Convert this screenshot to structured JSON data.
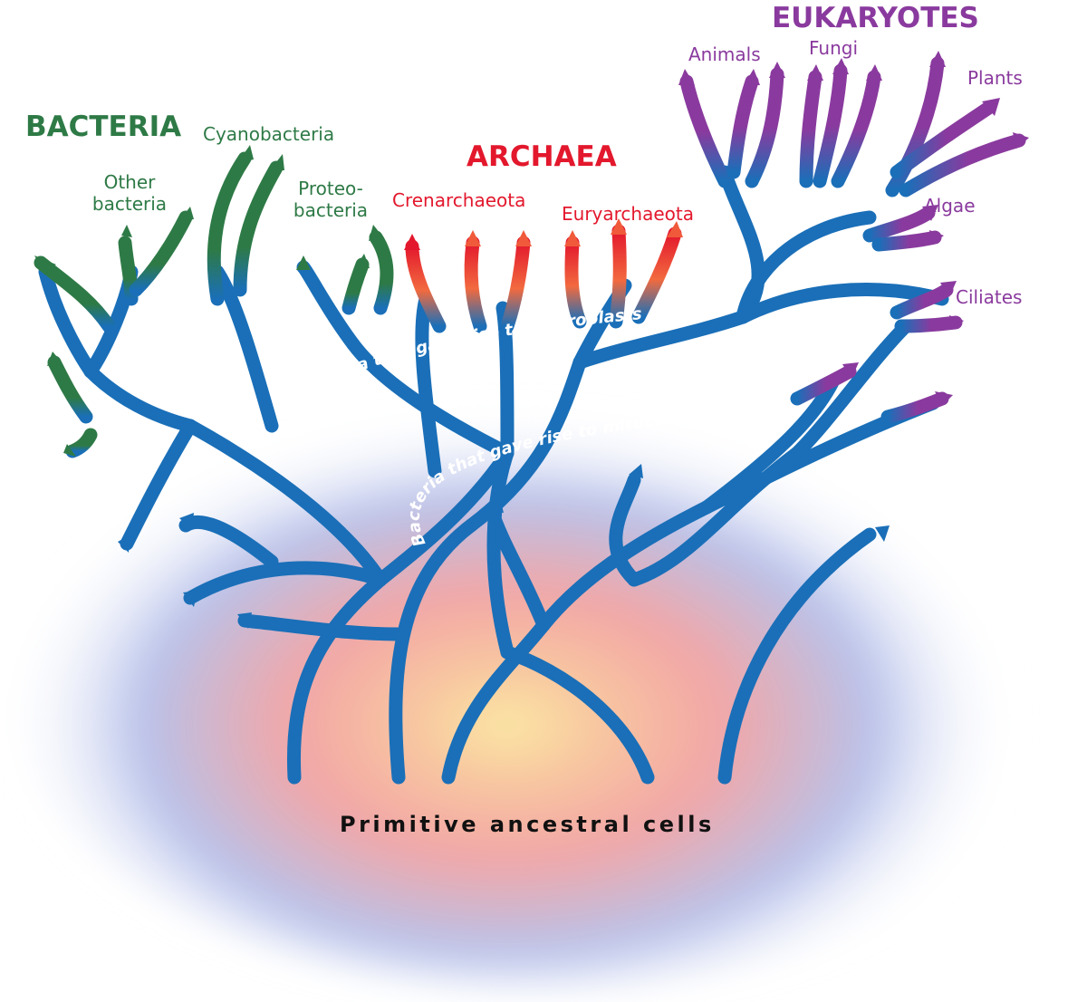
{
  "colors": {
    "trunk": "#1a6fb8",
    "bacteria": "#2e7a46",
    "archaea_light": "#f26a3f",
    "archaea_dark": "#e3182d",
    "eukaryotes": "#8a3a9e",
    "glow_core": "#fbe7a0",
    "glow_mid": "#f4a7a0",
    "glow_outer": "#b8c3e8"
  },
  "domains": {
    "bacteria": "BACTERIA",
    "archaea": "ARCHAEA",
    "eukaryotes": "EUKARYOTES"
  },
  "groups": {
    "other_bacteria_line1": "Other",
    "other_bacteria_line2": "bacteria",
    "cyanobacteria": "Cyanobacteria",
    "proteobacteria_line1": "Proteo-",
    "proteobacteria_line2": "bacteria",
    "crenarchaeota": "Crenarchaeota",
    "euryarchaeota": "Euryarchaeota",
    "animals": "Animals",
    "fungi": "Fungi",
    "plants": "Plants",
    "algae": "Algae",
    "ciliates": "Ciliates"
  },
  "transfers": {
    "chloroplasts": "Bacteria that gave rise to chloroplasts",
    "mitochondria": "Bacteria that gave rise to mitochondria"
  },
  "root": "Primitive ancestral cells"
}
